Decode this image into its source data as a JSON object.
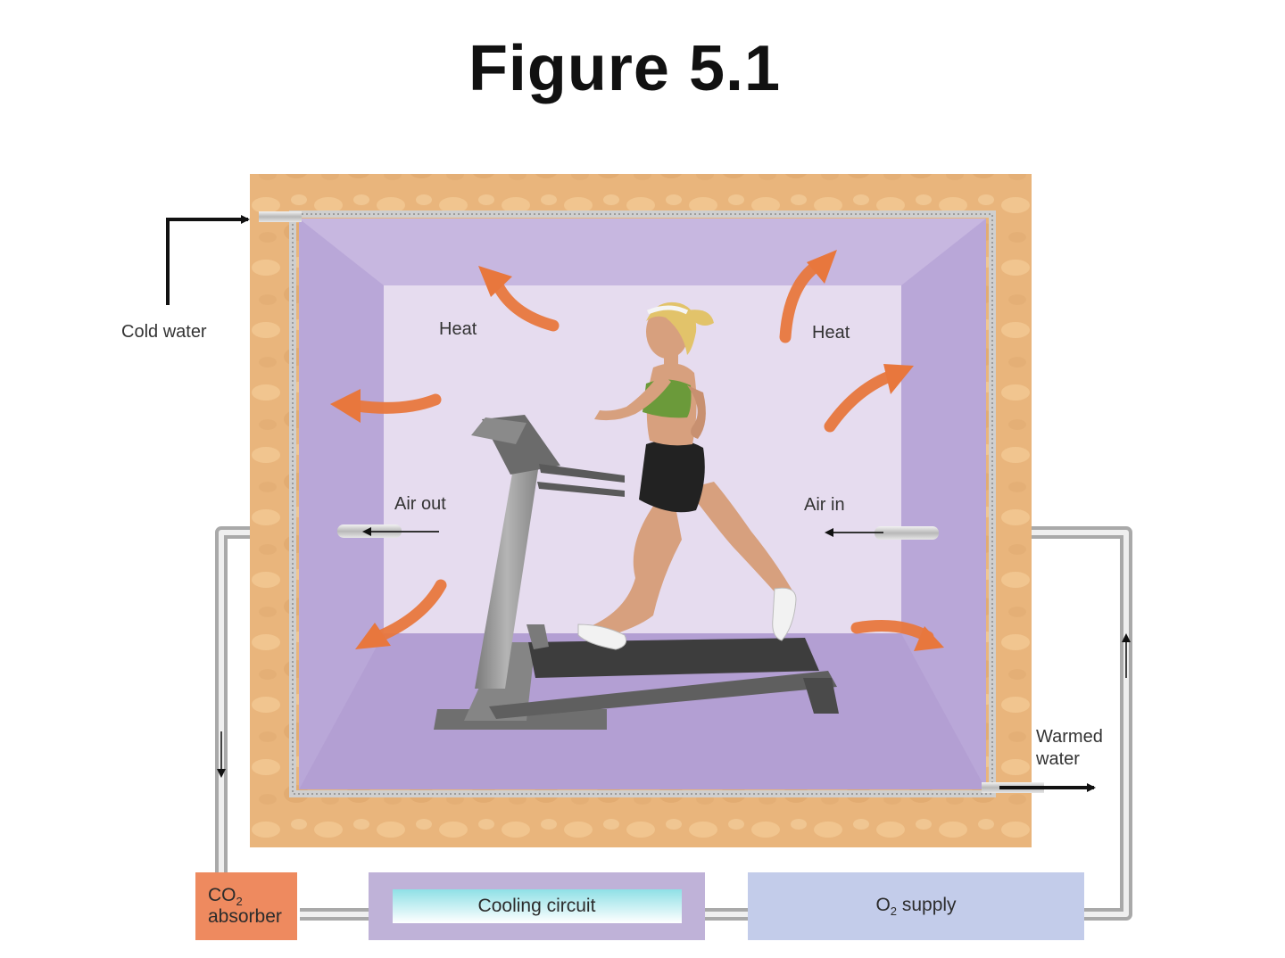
{
  "figure": {
    "title": "Figure 5.1"
  },
  "labels": {
    "heat_left": "Heat",
    "heat_right": "Heat",
    "cold_water": "Cold water",
    "air_out": "Air out",
    "air_in": "Air in",
    "warmed_water_line1": "Warmed",
    "warmed_water_line2": "water"
  },
  "components": {
    "co2_absorber": {
      "prefix": "CO",
      "sub": "2",
      "line2": "absorber"
    },
    "cooling_circuit": "Cooling circuit",
    "o2_supply": {
      "prefix": "O",
      "sub": "2",
      "suffix": " supply"
    }
  },
  "colors": {
    "wall": "#e9b57c",
    "chamber_back": "#e6dcef",
    "chamber_side": "#c3b2dc",
    "heat_arrow": "#e8773d",
    "co2_box": "#ee8a5f",
    "cooling_box": "#bfb2d8",
    "o2_box": "#c3ccea"
  }
}
